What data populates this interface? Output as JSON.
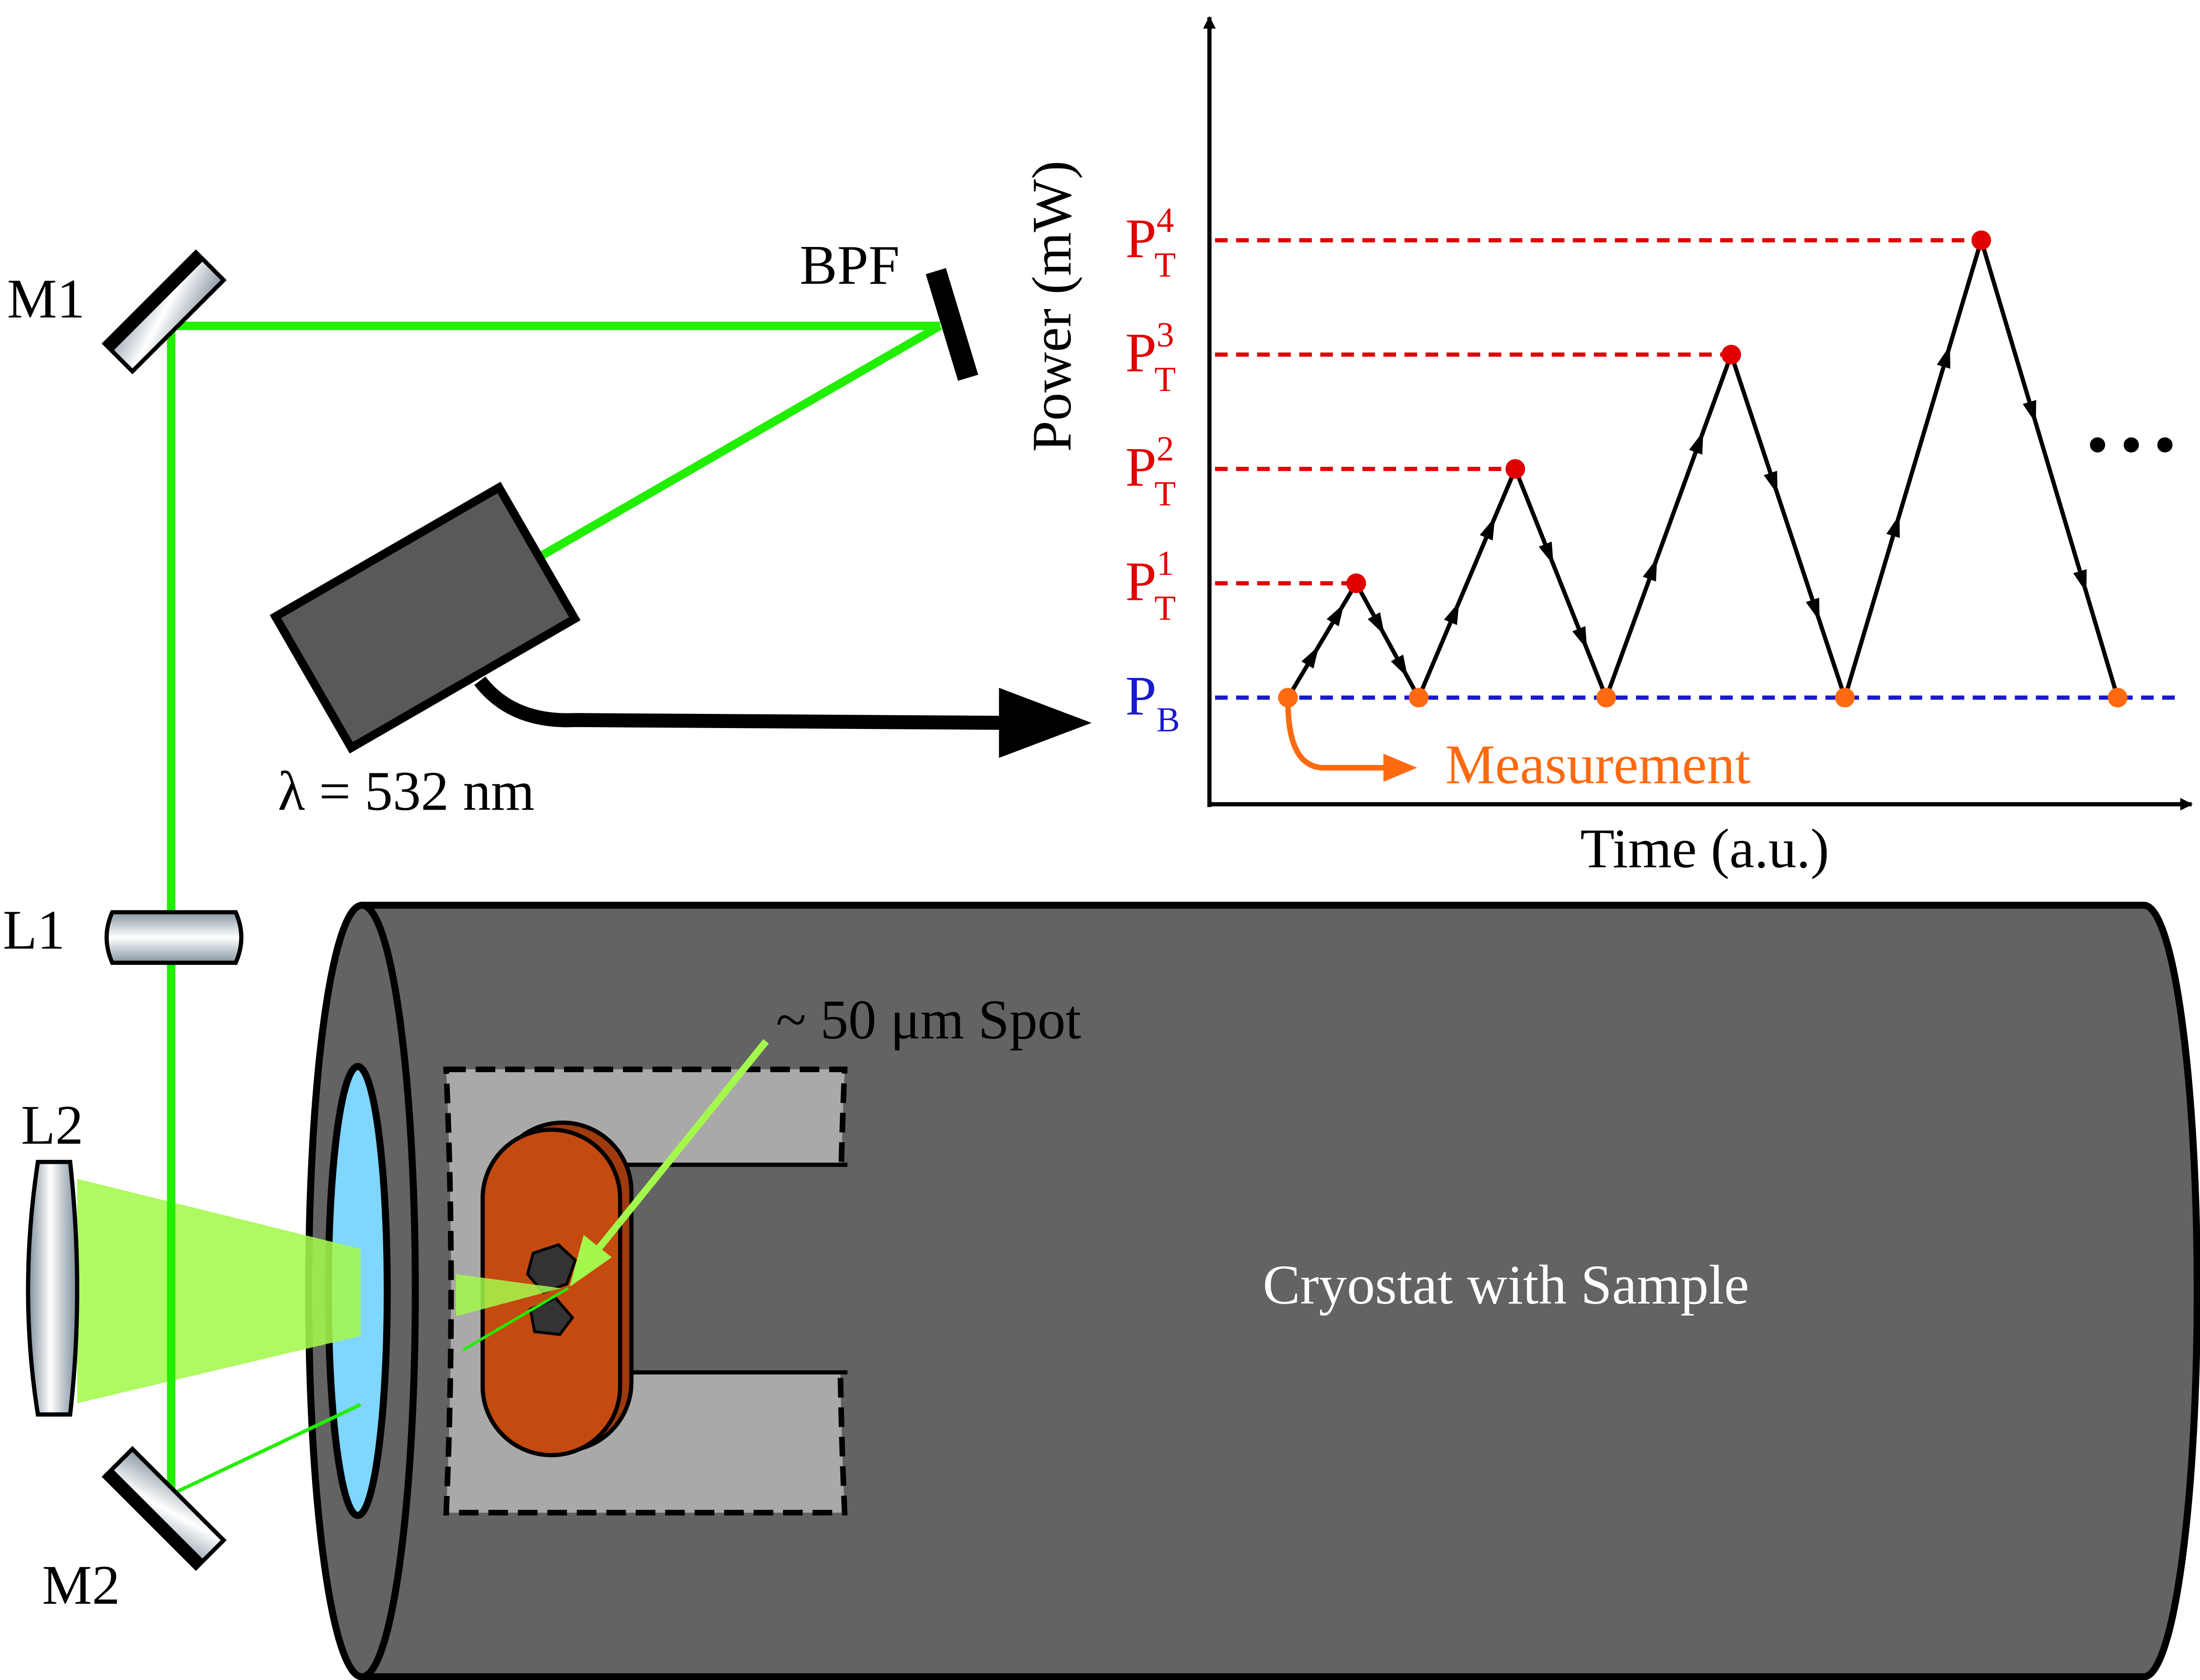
{
  "colors": {
    "laser_green": "#22ee00",
    "beam_light_green": "#a4f84c",
    "device_gray": "#595959",
    "cryostat_gray": "#636363",
    "holder_gray": "#a9a9a9",
    "copper": "#c54a10",
    "window_blue": "#7fd6ff",
    "threshold_red": "#e00000",
    "baseline_blue": "#1a1acc",
    "measurement_orange": "#ff6a10"
  },
  "labels": {
    "m1": "M1",
    "m2": "M2",
    "l1": "L1",
    "l2": "L2",
    "bpf": "BPF",
    "wavelength": "λ = 532 nm",
    "spot": "~ 50 μm Spot",
    "cryostat": "Cryostat with Sample",
    "measurement": "Measurement"
  },
  "chart_data": {
    "type": "line",
    "xlabel": "Time (a.u.)",
    "ylabel": "Power (mW)",
    "baseline": {
      "main": "P",
      "sub": "B"
    },
    "thresholds": [
      {
        "main": "P",
        "sup": "1",
        "sub": "T",
        "level": 1
      },
      {
        "main": "P",
        "sup": "2",
        "sub": "T",
        "level": 2
      },
      {
        "main": "P",
        "sup": "3",
        "sub": "T",
        "level": 3
      },
      {
        "main": "P",
        "sup": "4",
        "sub": "T",
        "level": 4
      }
    ],
    "profile": [
      {
        "t": 0.0,
        "level": 0
      },
      {
        "t": 0.6,
        "level": 1
      },
      {
        "t": 1.15,
        "level": 0
      },
      {
        "t": 2.0,
        "level": 2
      },
      {
        "t": 2.8,
        "level": 0
      },
      {
        "t": 3.9,
        "level": 3
      },
      {
        "t": 4.9,
        "level": 0
      },
      {
        "t": 6.1,
        "level": 4
      },
      {
        "t": 7.3,
        "level": 0
      }
    ],
    "continuation": "• • •"
  }
}
